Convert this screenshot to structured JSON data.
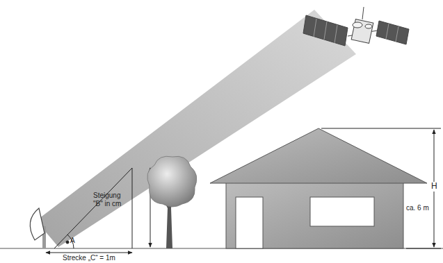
{
  "diagram": {
    "labels": [
      "Steigung \"B\" in cm",
      "A",
      "Strecke „C“ = 1m",
      "H",
      "ca. 6 m"
    ]
  }
}
